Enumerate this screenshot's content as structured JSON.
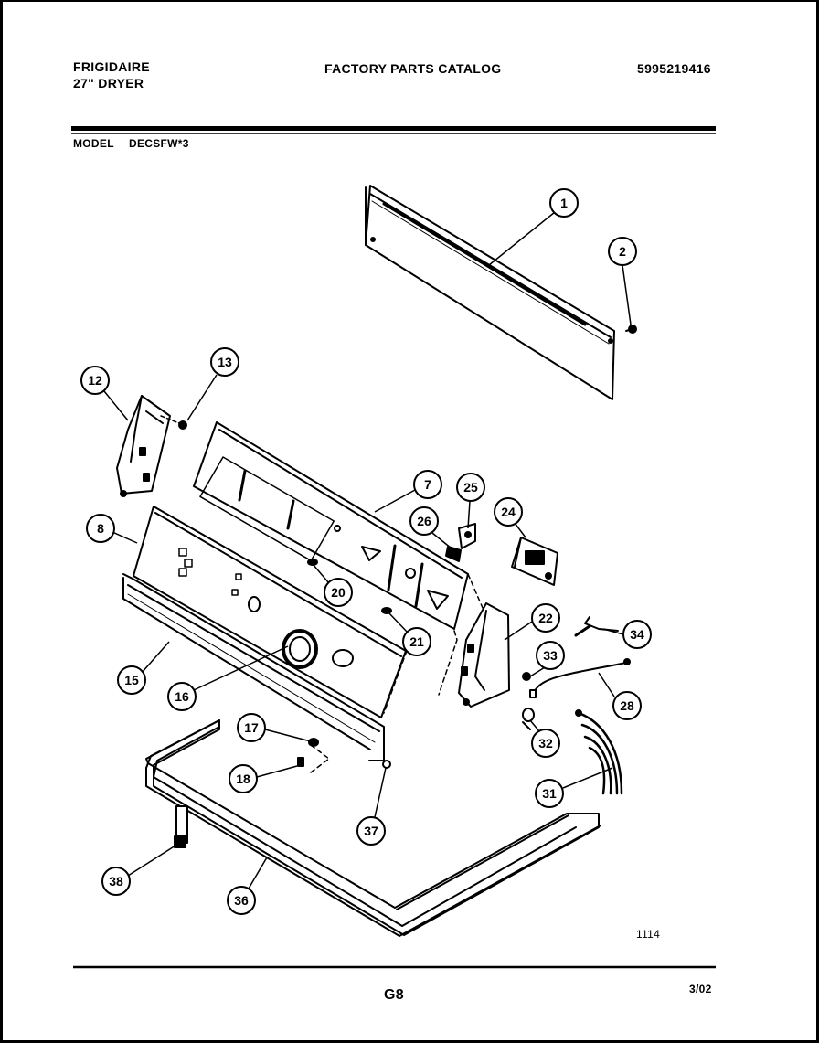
{
  "header": {
    "brand": "FRIGIDAIRE",
    "product": "27\" DRYER",
    "catalog_title": "FACTORY PARTS CATALOG",
    "catalog_number": "5995219416",
    "model_label": "MODEL",
    "model_value": "DECSFW*3"
  },
  "diagram": {
    "figure_number": "1114",
    "parts": [
      {
        "id": "p1",
        "label": "1",
        "name": "top-panel"
      },
      {
        "id": "p2",
        "label": "2",
        "name": "screw"
      },
      {
        "id": "p7",
        "label": "7",
        "name": "control-panel-overlay"
      },
      {
        "id": "p8",
        "label": "8",
        "name": "control-console"
      },
      {
        "id": "p12",
        "label": "12",
        "name": "left-end-cap"
      },
      {
        "id": "p13",
        "label": "13",
        "name": "screw"
      },
      {
        "id": "p15",
        "label": "15",
        "name": "console-base"
      },
      {
        "id": "p16",
        "label": "16",
        "name": "knob"
      },
      {
        "id": "p17",
        "label": "17",
        "name": "screw"
      },
      {
        "id": "p18",
        "label": "18",
        "name": "screw"
      },
      {
        "id": "p20",
        "label": "20",
        "name": "knob"
      },
      {
        "id": "p21",
        "label": "21",
        "name": "knob"
      },
      {
        "id": "p22",
        "label": "22",
        "name": "right-end-cap"
      },
      {
        "id": "p24",
        "label": "24",
        "name": "timer"
      },
      {
        "id": "p25",
        "label": "25",
        "name": "switch"
      },
      {
        "id": "p26",
        "label": "26",
        "name": "clip"
      },
      {
        "id": "p28",
        "label": "28",
        "name": "wire-harness"
      },
      {
        "id": "p31",
        "label": "31",
        "name": "wire-harness"
      },
      {
        "id": "p32",
        "label": "32",
        "name": "clip"
      },
      {
        "id": "p33",
        "label": "33",
        "name": "screw"
      },
      {
        "id": "p34",
        "label": "34",
        "name": "bracket"
      },
      {
        "id": "p36",
        "label": "36",
        "name": "top-cover"
      },
      {
        "id": "p37",
        "label": "37",
        "name": "screw"
      },
      {
        "id": "p38",
        "label": "38",
        "name": "hinge"
      }
    ]
  },
  "footer": {
    "page_code": "G8",
    "date": "3/02"
  }
}
